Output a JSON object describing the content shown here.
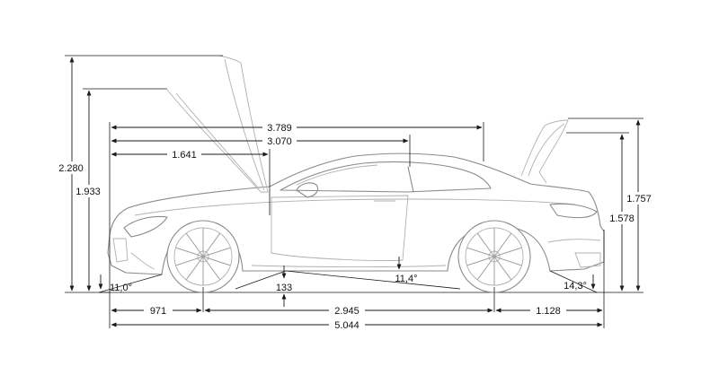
{
  "diagram": {
    "dimensions": {
      "overall_height_open_hood": "2.280",
      "overall_height_open_trunk_max": "1.933",
      "length_hood_open_reach": "3.789",
      "length_to_trunk_open": "3.070",
      "front_to_windshield": "1.641",
      "height_trunk_open": "1.757",
      "vehicle_height": "1.578",
      "approach_angle": "11,0°",
      "ground_clearance": "133",
      "ramp_angle": "11,4°",
      "departure_angle": "14,3°",
      "front_overhang": "971",
      "wheelbase": "2.945",
      "rear_overhang": "1.128",
      "overall_length": "5.044"
    }
  }
}
